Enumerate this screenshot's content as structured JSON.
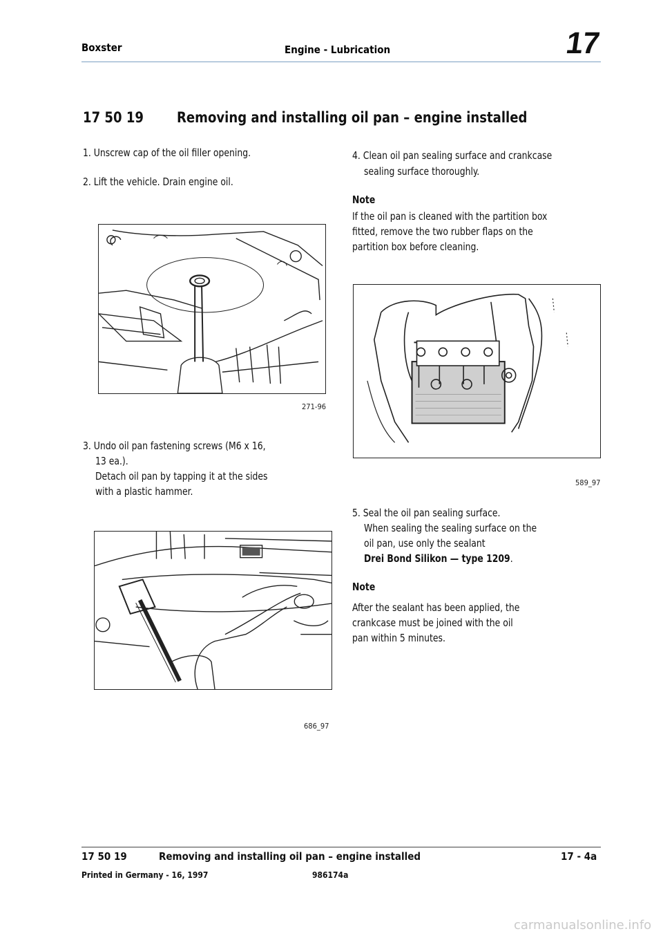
{
  "header": {
    "left": "Boxster",
    "center": "Engine - Lubrication",
    "chapter": "17"
  },
  "section": {
    "number": "17 50 19",
    "title": "Removing and installing oil pan – engine installed"
  },
  "steps": {
    "s1": "1. Unscrew cap of the oil filler opening.",
    "s2": "2. Lift the vehicle. Drain engine oil.",
    "s3_l1": "3. Undo oil pan fastening screws (M6 x 16,",
    "s3_l2": "13 ea.).",
    "s3_l3": "Detach oil pan by tapping it at the sides",
    "s3_l4": "with a plastic hammer.",
    "s4_l1": "4. Clean oil pan sealing surface and crankcase",
    "s4_l2": "sealing surface thoroughly.",
    "note1_title": "Note",
    "note1_l1": "If the oil pan is cleaned with the partition box",
    "note1_l2": "fitted, remove the two rubber flaps on the",
    "note1_l3": "partition box before cleaning.",
    "s5_l1": "5. Seal the oil pan sealing surface.",
    "s5_l2": "When sealing the sealing surface on the",
    "s5_l3": "oil pan, use only the sealant",
    "s5_l4": "Drei Bond Silikon — type 1209",
    "s5_l4_end": ".",
    "note2_title": "Note",
    "note2_l1": "After the sealant has been applied, the",
    "note2_l2": "crankcase must be joined with the oil",
    "note2_l3": "pan within 5 minutes."
  },
  "figures": {
    "fig1_caption": "271-96",
    "fig2_caption": "686_97",
    "fig3_caption": "589_97"
  },
  "footer": {
    "section_number": "17 50 19",
    "title": "Removing and installing oil pan – engine installed",
    "page": "17 - 4a",
    "printed": "Printed in Germany - 16, 1997",
    "doc_number": "986174a"
  },
  "watermark": "carmanualsonline.info"
}
